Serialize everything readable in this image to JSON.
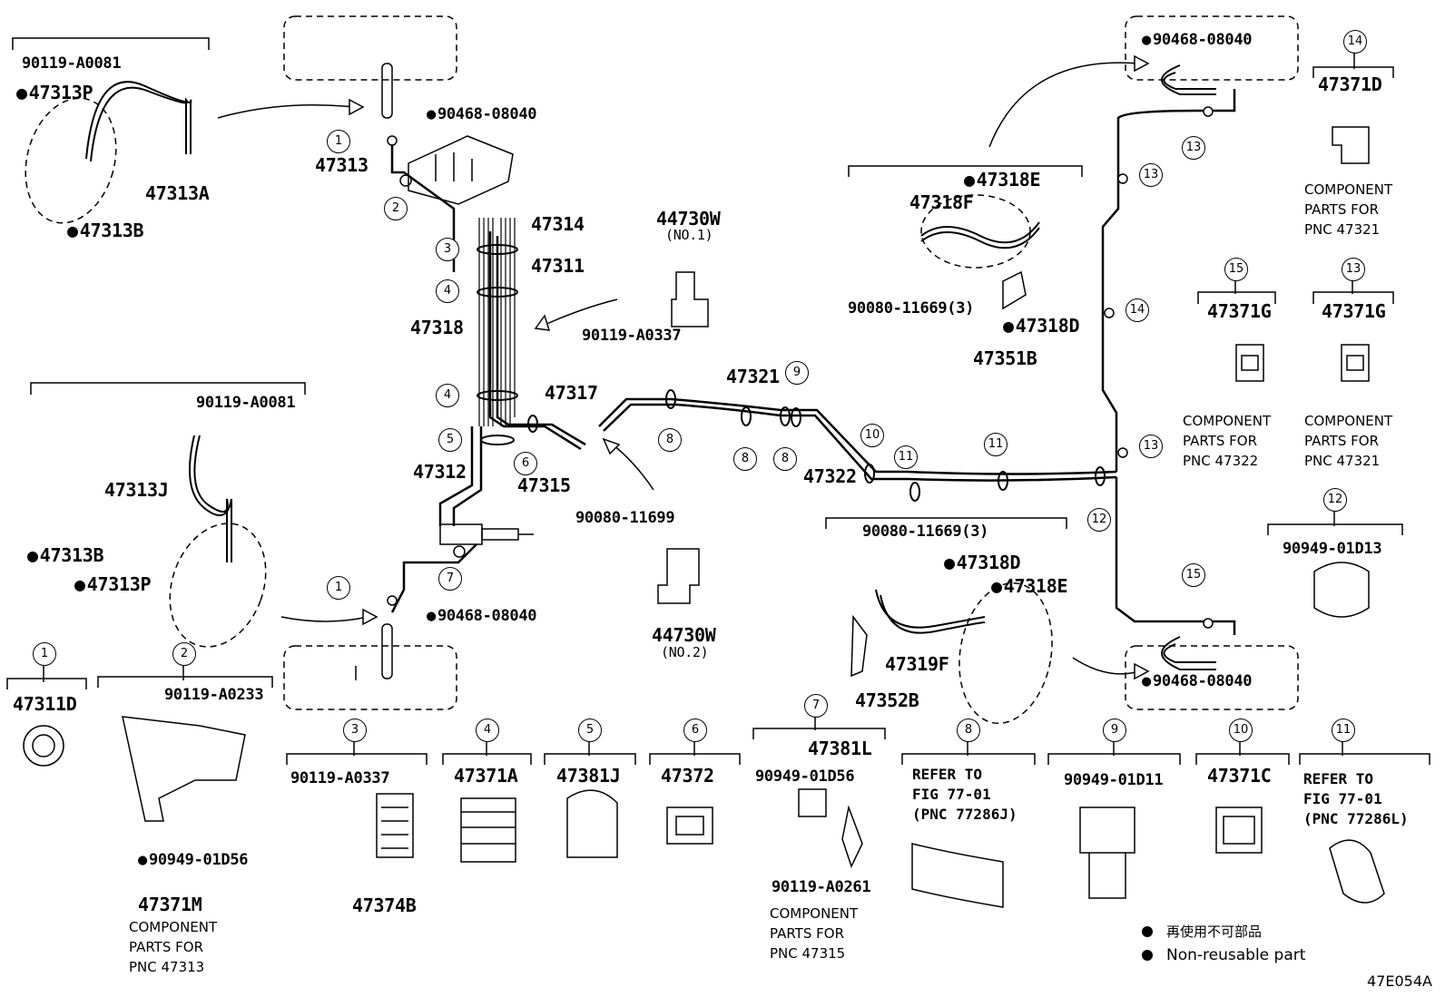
{
  "labels": {
    "p90119_A0081_top": "90119-A0081",
    "p47313P_top": "47313P",
    "p47313A": "47313A",
    "p47313B_top": "47313B",
    "p90468_08040_a": "90468-08040",
    "p47313": "47313",
    "p47314": "47314",
    "p47311": "47311",
    "p47318": "47318",
    "p44730W_1": "44730W",
    "no1": "(NO.1)",
    "p90119_A0337": "90119-A0337",
    "p47317": "47317",
    "p47312": "47312",
    "p47315": "47315",
    "p90080_11699": "90080-11699",
    "p44730W_2": "44730W",
    "no2": "(NO.2)",
    "p90468_08040_b": "90468-08040",
    "p90119_A0081_mid": "90119-A0081",
    "p47313J": "47313J",
    "p47313B_mid": "47313B",
    "p47313P_mid": "47313P",
    "p47321": "47321",
    "p47322": "47322",
    "p47318E_top": "47318E",
    "p47318F": "47318F",
    "p90080_11669_top": "90080-11669(3)",
    "p47318D_top": "47318D",
    "p47351B": "47351B",
    "p90080_11669_bot": "90080-11669(3)",
    "p47318D_bot": "47318D",
    "p47318E_bot": "47318E",
    "p47319F": "47319F",
    "p47352B": "47352B",
    "p90468_08040_c": "90468-08040",
    "p90468_08040_d": "90468-08040",
    "p47371D": "47371D",
    "p47371G_15": "47371G",
    "p47371G_13": "47371G",
    "p90949_01D13": "90949-01D13",
    "p47311D": "47311D",
    "p90119_A0233": "90119-A0233",
    "p90949_01D56_a": "90949-01D56",
    "p47371M": "47371M",
    "p90119_A0337_b": "90119-A0337",
    "p47374B": "47374B",
    "p47371A": "47371A",
    "p47381J": "47381J",
    "p47372": "47372",
    "p47381L": "47381L",
    "p90949_01D56_b": "90949-01D56",
    "p90119_A0261": "90119-A0261",
    "p90949_01D11": "90949-01D11",
    "p47371C": "47371C",
    "figure_code": "47E054A"
  },
  "notes": {
    "comp_47321_a": "COMPONENT\nPARTS FOR\nPNC 47321",
    "comp_47322": "COMPONENT\nPARTS FOR\nPNC 47322",
    "comp_47321_b": "COMPONENT\nPARTS FOR\nPNC 47321",
    "comp_47313": "COMPONENT\nPARTS FOR\nPNC 47313",
    "comp_47315": "COMPONENT\nPARTS FOR\nPNC 47315",
    "refer_8": "REFER TO\nFIG 77-01\n(PNC 77286J)",
    "refer_11": "REFER TO\nFIG 77-01\n(PNC 77286L)"
  },
  "legend": {
    "jp": "再使用不可部品",
    "en": "Non-reusable part"
  },
  "callouts": [
    "1",
    "2",
    "3",
    "4",
    "5",
    "6",
    "7",
    "8",
    "9",
    "10",
    "11",
    "12",
    "13",
    "14",
    "15"
  ]
}
